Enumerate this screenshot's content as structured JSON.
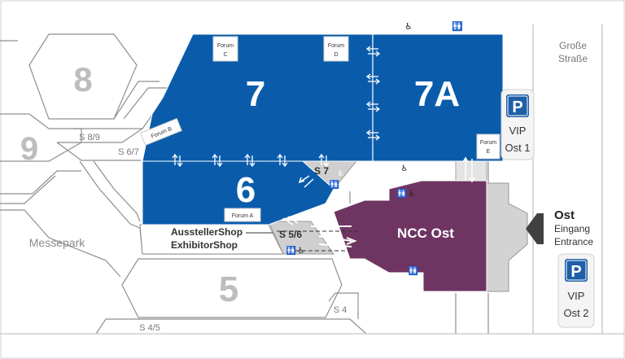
{
  "colors": {
    "hall_blue": "#0a5cab",
    "ncc_purple": "#6e3562",
    "grey_area": "#d3d3d3",
    "outline_grey": "#9a9a9a",
    "hall_num_grey": "#bdbdbd",
    "text_dark": "#333333",
    "parking_blue": "#1f5fa8",
    "arrow_dark": "#404040"
  },
  "halls": {
    "h8": "8",
    "h9": "9",
    "h7": "7",
    "h7a": "7A",
    "h6": "6",
    "h5": "5",
    "ncc_ost": "NCC Ost"
  },
  "forums": {
    "a": "Forum A",
    "b": "Forum B",
    "c": [
      "Forum",
      "C"
    ],
    "d": [
      "Forum",
      "D"
    ],
    "e": [
      "Forum",
      "E"
    ]
  },
  "passages": {
    "s89": "S 8/9",
    "s67": "S 6/7",
    "s7": "S 7",
    "s56": "S 5/6",
    "s4": "S 4",
    "s45": "S 4/5"
  },
  "shop": {
    "line1": "AusstellerShop",
    "line2": "ExhibitorShop"
  },
  "street": {
    "line1": "Große",
    "line2": "Straße"
  },
  "area": {
    "messepark": "Messepark"
  },
  "entrance": {
    "title": "Ost",
    "line1": "Eingang",
    "line2": "Entrance"
  },
  "parking": {
    "p1": {
      "symbol": "P",
      "line1": "VIP",
      "line2": "Ost 1"
    },
    "p2": {
      "symbol": "P",
      "line1": "VIP",
      "line2": "Ost 2"
    }
  },
  "icons": [
    "wheelchair-icon",
    "restroom-icon",
    "double-arrow-icon",
    "parking-icon",
    "entrance-arrow-icon"
  ]
}
